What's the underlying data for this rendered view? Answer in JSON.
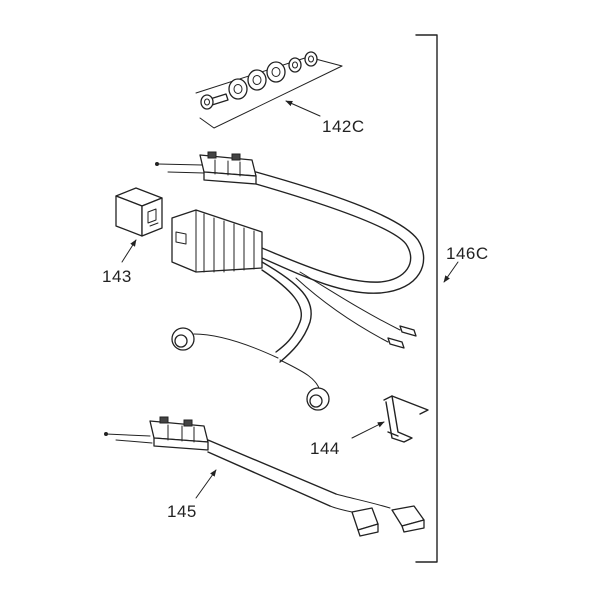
{
  "callouts": {
    "hardware_kit": "142C",
    "relay": "143",
    "retainer_clip": "144",
    "jumper_harness": "145",
    "harness_assembly": "146C"
  }
}
